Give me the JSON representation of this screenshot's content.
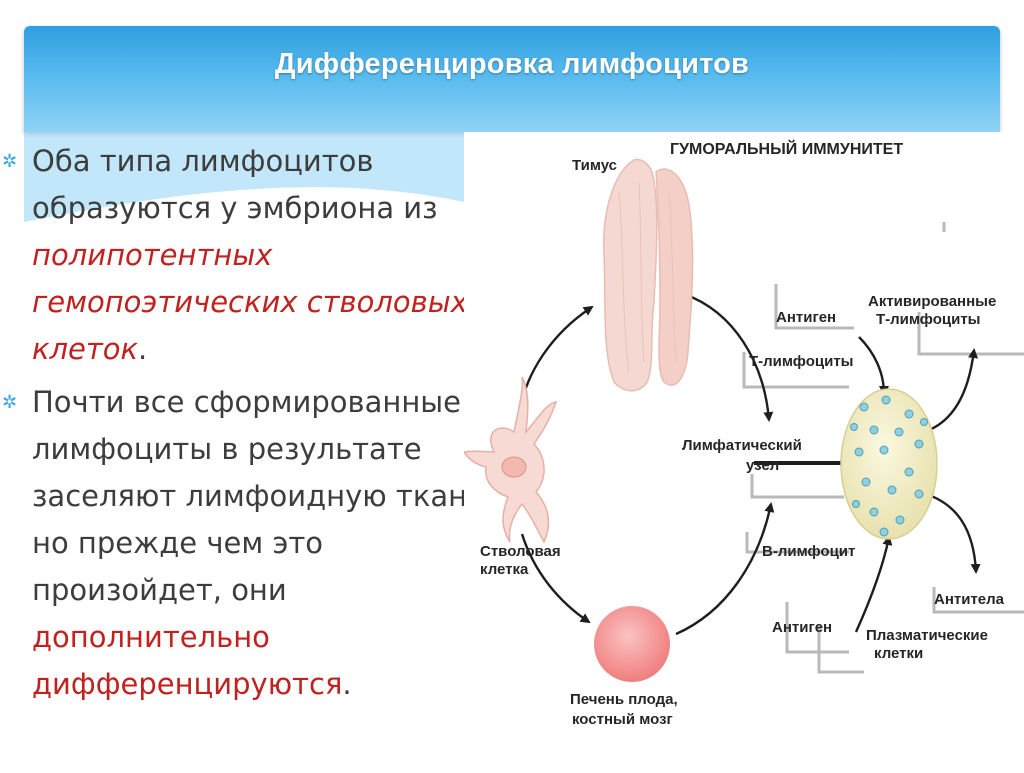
{
  "title": "Дифференцировка лимфоцитов",
  "bullets": [
    {
      "parts": [
        {
          "text": "Оба типа лимфоцитов образуются у эмбриона из ",
          "style": "plain"
        },
        {
          "text": "полипотентных гемопоэтических стволовых клеток",
          "style": "red-italic"
        },
        {
          "text": ".",
          "style": "plain"
        }
      ]
    },
    {
      "parts": [
        {
          "text": "Почти все сформированные лимфоциты в результате заселяют лимфоидную ткань, но прежде чем это произойдет, они ",
          "style": "plain"
        },
        {
          "text": "дополнительно дифференцируются",
          "style": "red"
        },
        {
          "text": ".",
          "style": "plain"
        }
      ]
    }
  ],
  "diagram": {
    "heading": "ГУМОРАЛЬНЫЙ ИММУНИТЕТ",
    "thymus": "Тимус",
    "antigen_top": "Антиген",
    "activated_1": "Активированные",
    "activated_2": "Т-лимфоциты",
    "t_lymphocytes": "Т-лимфоциты",
    "lymph_node_1": "Лимфатический",
    "lymph_node_2": "узел",
    "stem_cell_1": "Стволовая",
    "stem_cell_2": "клетка",
    "b_lymphocyte": "В-лимфоцит",
    "antibodies": "Антитела",
    "antigen_bottom": "Антиген",
    "plasma_1": "Плазматические",
    "plasma_2": "клетки",
    "liver_1": "Печень плода,",
    "liver_2": "костный мозг"
  },
  "colors": {
    "header_top": "#2f9fe0",
    "header_bottom": "#8fd3f6",
    "title_text": "#ffffff",
    "body_text": "#3d3d3d",
    "accent_red": "#c0231f",
    "bullet_mark": "#3aa6e0",
    "thymus_fill": "#f6d8d2",
    "liver_fill": "#f58b8b",
    "node_fill": "#f1edc4",
    "node_cell": "#7cc3d6"
  },
  "icons": [
    "star-bullet-icon",
    "thymus-organ-icon",
    "stem-cell-icon",
    "liver-ball-icon",
    "lymph-node-icon"
  ]
}
